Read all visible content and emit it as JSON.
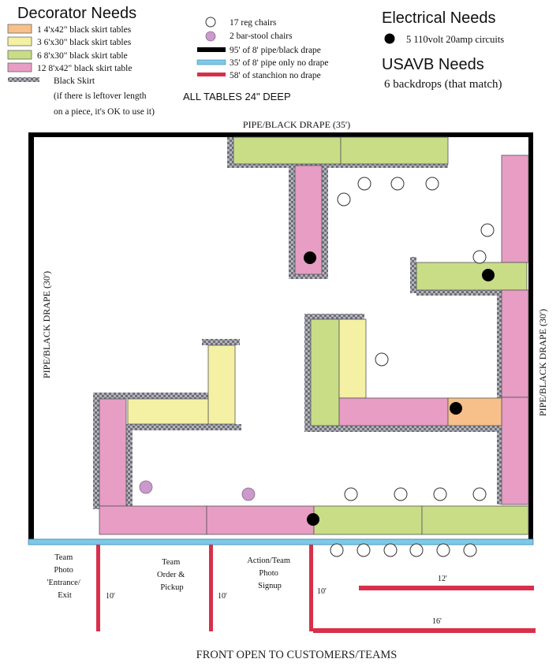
{
  "colors": {
    "orange": "#f7c08a",
    "yellow": "#f4f0a4",
    "green": "#c8dd86",
    "pink": "#e79dc4",
    "skirt": "#a8a8b2",
    "pipe_drape": "#000000",
    "pipe_only": "#7ec8e8",
    "stanchion": "#d8304a",
    "chair_reg": "#ffffff",
    "chair_stool": "#cc99cc"
  },
  "legend": {
    "decorator_title": "Decorator Needs",
    "orange": "1  4'x42\" black skirt tables",
    "yellow": "3  6'x30\" black skirt tables",
    "green": "6  8'x30\" black skirt table",
    "pink": "12  8'x42\" black skirt table",
    "skirt": "Black Skirt",
    "skirt_note_1": "(if there is leftover length",
    "skirt_note_2": "on a piece, it's OK to use it)",
    "reg_chairs": "17 reg chairs",
    "stool_chairs": "2 bar-stool chairs",
    "pipe_drape": "95' of 8' pipe/black drape",
    "pipe_only": "35' of 8' pipe only no drape",
    "stanchion": "58' of stanchion no drape",
    "tables_note": "ALL TABLES 24\" DEEP",
    "electrical_title": "Electrical Needs",
    "circuits": "5 110volt 20amp circuits",
    "usavb_title": "USAVB Needs",
    "backdrops": "6 backdrops (that match)"
  },
  "floor": {
    "top_wall": "PIPE/BLACK DRAPE (35')",
    "left_wall": "PIPE/BLACK DRAPE (30')",
    "right_wall": "PIPE/BLACK DRAPE (30')",
    "zone_1": [
      "Team",
      "Photo",
      "'Entrance/",
      "Exit"
    ],
    "zone_2": [
      "Team",
      "Order &",
      "Pickup"
    ],
    "zone_3": [
      "Action/Team",
      "Photo",
      "Signup"
    ],
    "len_a": "10'",
    "len_b": "10'",
    "len_c": "10'",
    "len_12": "12'",
    "len_16": "16'",
    "front": "FRONT OPEN TO CUSTOMERS/TEAMS"
  }
}
